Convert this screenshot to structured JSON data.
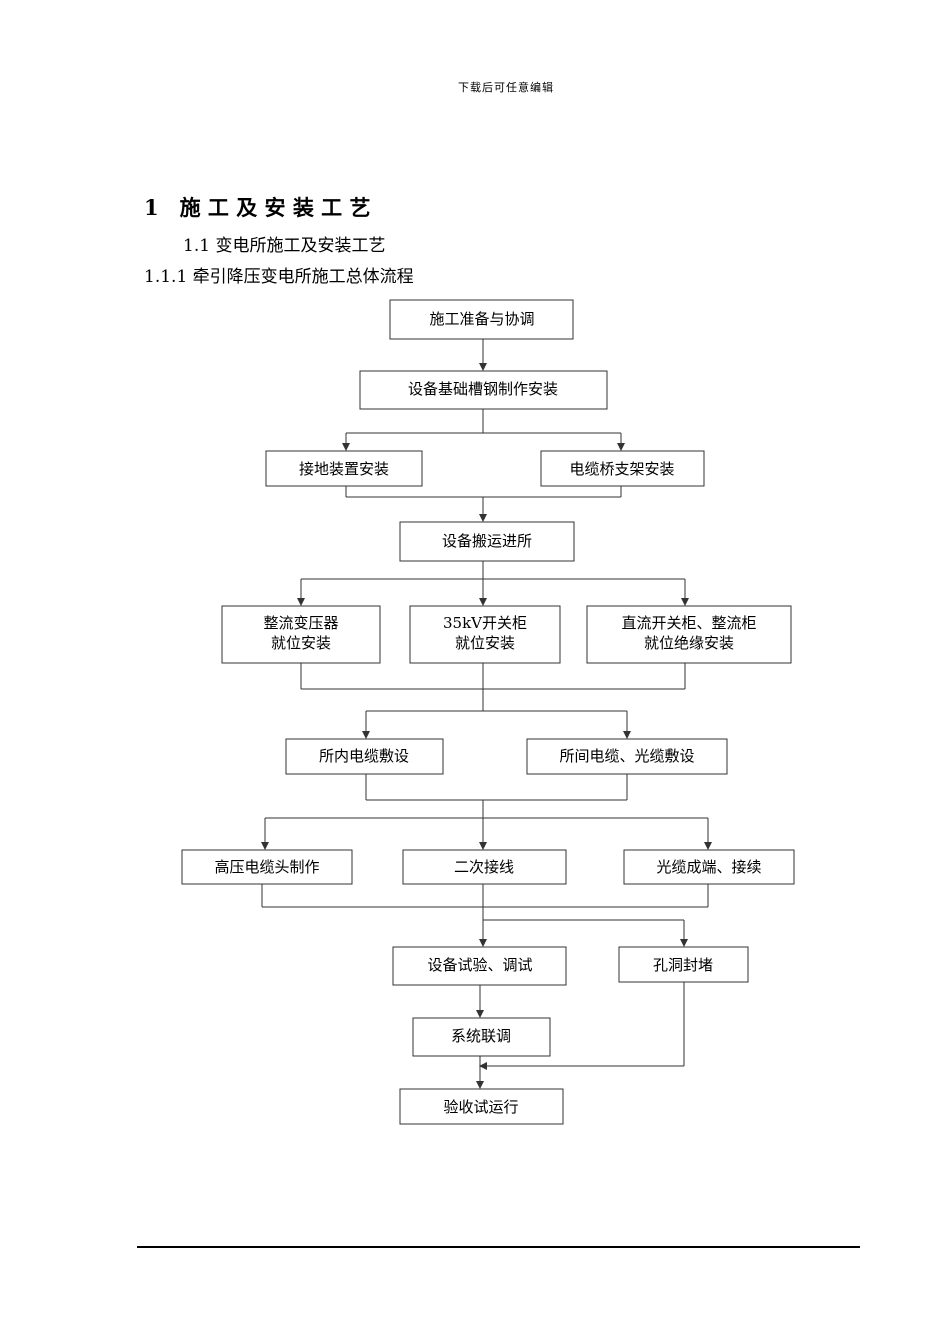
{
  "header": {
    "text": "下载后可任意编辑"
  },
  "section": {
    "title": "1　施 工 及 安 装 工 艺",
    "sub_title": "1.1 变电所施工及安装工艺",
    "subsub_title": "1.1.1 牵引降压变电所施工总体流程"
  },
  "flow": {
    "prep": "施工准备与协调",
    "channel": "设备基础槽钢制作安装",
    "ground": "接地装置安装",
    "tray": "电缆桥支架安装",
    "transport": "设备搬运进所",
    "rect_l1": "整流变压器",
    "rect_l2": "就位安装",
    "sw35_l1": "35kV开关柜",
    "sw35_l2": "就位安装",
    "dc_l1": "直流开关柜、整流柜",
    "dc_l2": "就位绝缘安装",
    "cable_in": "所内电缆敷设",
    "cable_between": "所间电缆、光缆敷设",
    "hv_head": "高压电缆头制作",
    "secondary": "二次接线",
    "fiber": "光缆成端、接续",
    "test": "设备试验、调试",
    "seal": "孔洞封堵",
    "joint": "系统联调",
    "accept": "验收试运行"
  }
}
